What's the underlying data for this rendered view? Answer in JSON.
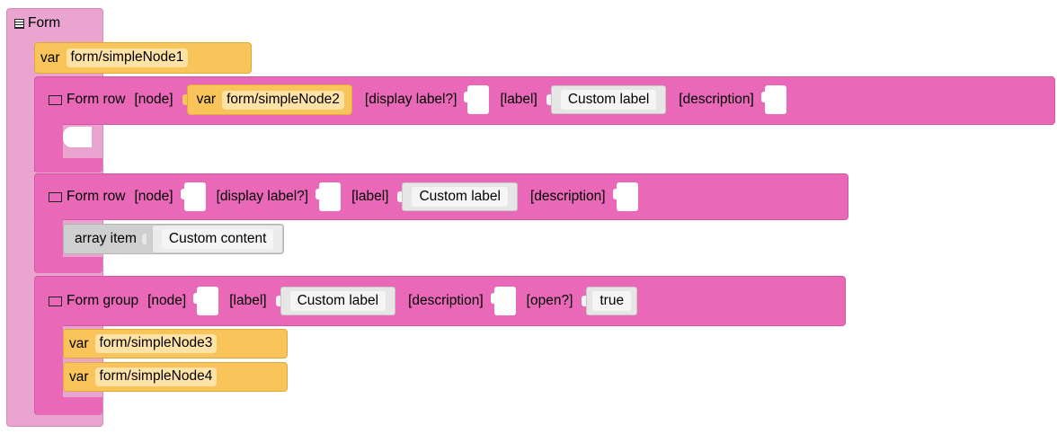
{
  "form": {
    "title": "Form",
    "first_var": {
      "keyword": "var",
      "name": "form/simpleNode1"
    }
  },
  "rows": [
    {
      "title": "Form row",
      "node_label": "[node]",
      "node_var": {
        "keyword": "var",
        "name": "form/simpleNode2"
      },
      "display_label_text": "[display label?]",
      "label_text": "[label]",
      "label_value": "Custom label",
      "description_text": "[description]"
    },
    {
      "title": "Form row",
      "node_label": "[node]",
      "display_label_text": "[display label?]",
      "label_text": "[label]",
      "label_value": "Custom label",
      "description_text": "[description]",
      "array_item": {
        "label": "array item",
        "value": "Custom content"
      }
    }
  ],
  "group": {
    "title": "Form group",
    "node_label": "[node]",
    "label_text": "[label]",
    "label_value": "Custom label",
    "description_text": "[description]",
    "open_text": "[open?]",
    "open_value": "true",
    "vars": [
      {
        "keyword": "var",
        "name": "form/simpleNode3"
      },
      {
        "keyword": "var",
        "name": "form/simpleNode4"
      }
    ]
  },
  "icons": {
    "form": "list-icon",
    "row": "rectangle-icon"
  },
  "colors": {
    "outer": "#e9a5d0",
    "row": "#e969b8",
    "var": "#f9c55b",
    "array": "#cfcfcf"
  }
}
